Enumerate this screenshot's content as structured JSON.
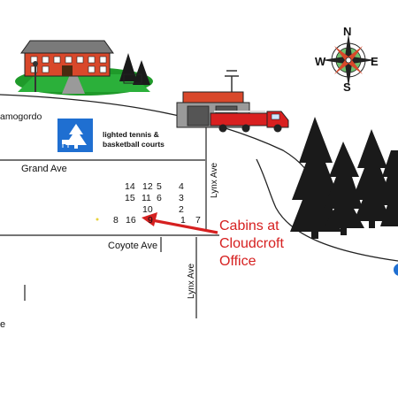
{
  "map": {
    "town_label": "amogordo",
    "park_label": [
      "lighted tennis &",
      "basketball courts"
    ],
    "streets": {
      "grand": "Grand Ave",
      "coyote": "Coyote Ave",
      "lynx_upper": "Lynx Ave",
      "lynx_lower": "Lynx Ave"
    },
    "edge_fragment": "e",
    "compass": {
      "n": "N",
      "w": "W",
      "e": "E",
      "s": "S"
    },
    "cabins": {
      "row1": [
        "14",
        "12",
        "5",
        "4"
      ],
      "row2": [
        "15",
        "11",
        "6",
        "3"
      ],
      "row3": [
        "10",
        "2"
      ],
      "row4": [
        "8",
        "16",
        "9",
        "1",
        "7"
      ]
    },
    "callout": [
      "Cabins at",
      "Cloudcroft",
      "Office"
    ],
    "colors": {
      "callout": "#d62020",
      "road": "#222222",
      "tree": "#1a1a1a",
      "grass": "#1f9a2a",
      "building": "#d9482b",
      "park_icon": "#1f6fd1"
    }
  }
}
